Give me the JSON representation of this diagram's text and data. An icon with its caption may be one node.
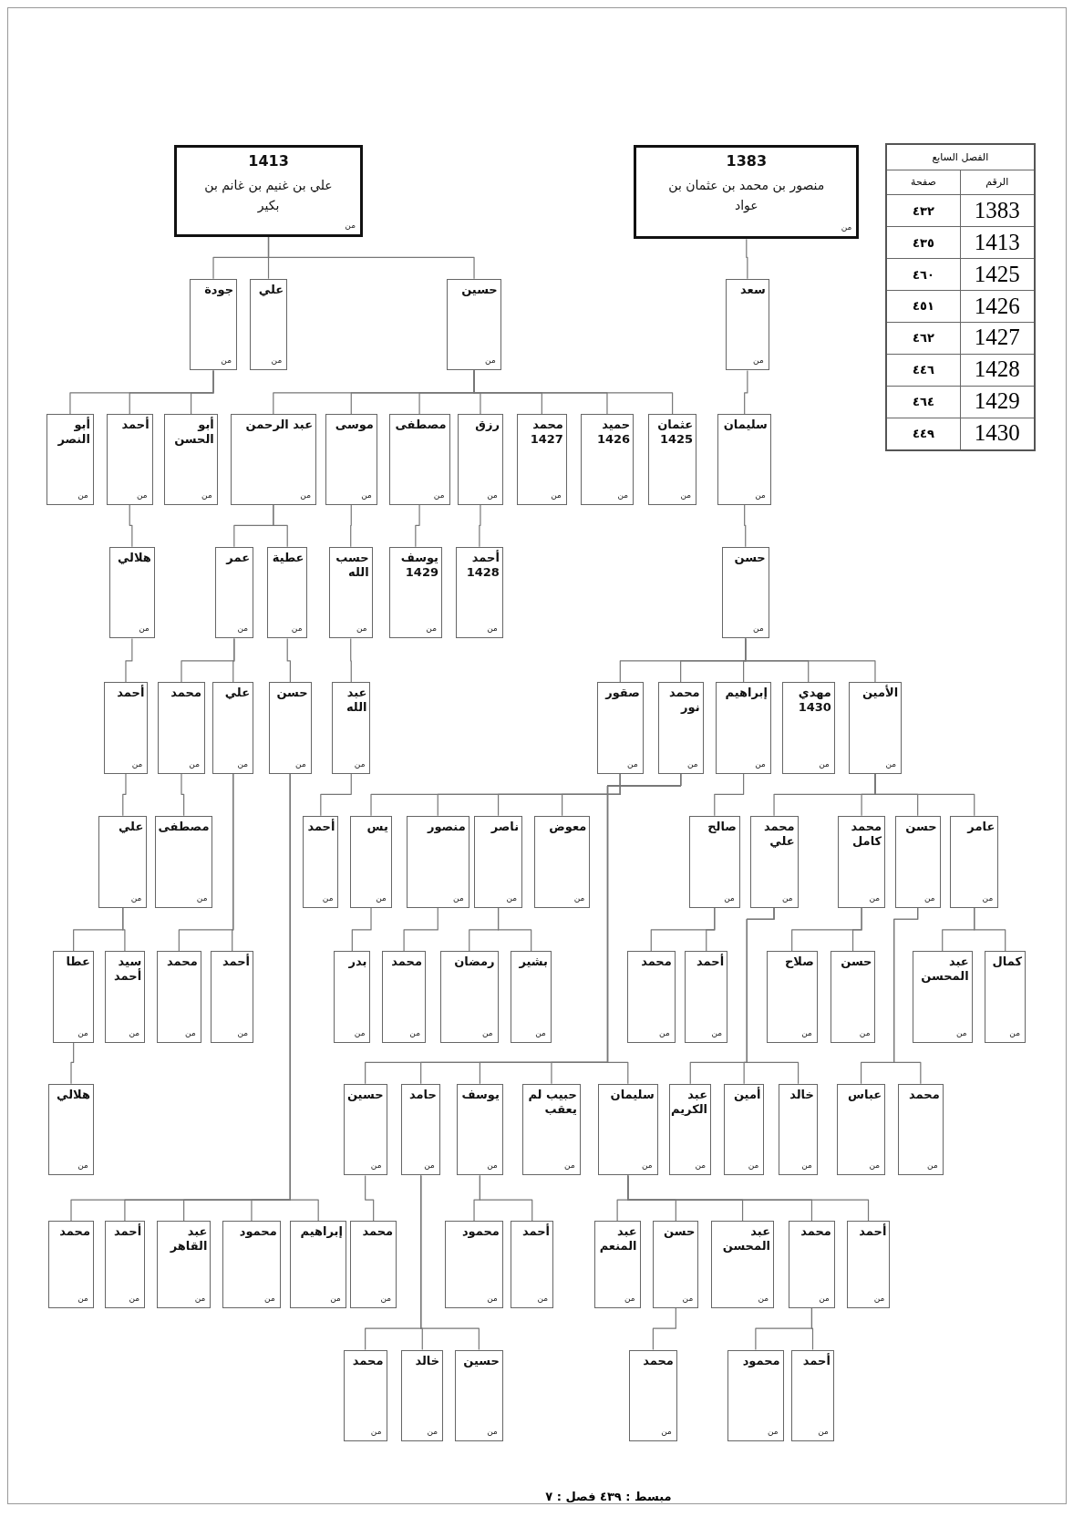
{
  "diagram": {
    "nodes": [
      {
        "text": [
          "1383",
          "منصور بن محمد بن عثمان بن عواد",
          "من"
        ]
      },
      {
        "text": [
          "1413",
          "علي بن غنيم بن غانم بن بكير",
          "من"
        ]
      },
      {
        "text": [
          "سعد",
          "من"
        ]
      },
      {
        "text": [
          "حسين",
          "من"
        ]
      },
      {
        "text": [
          "علي",
          "من"
        ]
      },
      {
        "text": [
          "جودة",
          "من"
        ]
      },
      {
        "text": [
          "سليمان",
          "من"
        ]
      },
      {
        "text": [
          "عثمان 1425",
          "من"
        ]
      },
      {
        "text": [
          "حميد 1426",
          "من"
        ]
      },
      {
        "text": [
          "محمد 1427",
          "من"
        ]
      },
      {
        "text": [
          "رزق",
          "من"
        ]
      },
      {
        "text": [
          "مصطفى",
          "من"
        ]
      },
      {
        "text": [
          "موسى",
          "من"
        ]
      },
      {
        "text": [
          "عبد الرحمن",
          "من"
        ]
      },
      {
        "text": [
          "أبو الحسن",
          "من"
        ]
      },
      {
        "text": [
          "أحمد",
          "من"
        ]
      },
      {
        "text": [
          "أبو النصر",
          "من"
        ]
      },
      {
        "text": [
          "حسن",
          "من"
        ]
      },
      {
        "text": [
          "أحمد 1428",
          "من"
        ]
      },
      {
        "text": [
          "يوسف 1429",
          "من"
        ]
      },
      {
        "text": [
          "حسب الله",
          "من"
        ]
      },
      {
        "text": [
          "عطية",
          "من"
        ]
      },
      {
        "text": [
          "عمر",
          "من"
        ]
      },
      {
        "text": [
          "هلالي",
          "من"
        ]
      },
      {
        "text": [
          "الأمين",
          "من"
        ]
      },
      {
        "text": [
          "مهدي 1430",
          "من"
        ]
      },
      {
        "text": [
          "إبراهيم",
          "من"
        ]
      },
      {
        "text": [
          "محمد نور",
          "من"
        ]
      },
      {
        "text": [
          "صقور",
          "من"
        ]
      },
      {
        "text": [
          "عبد الله",
          "من"
        ]
      },
      {
        "text": [
          "حسن",
          "من"
        ]
      },
      {
        "text": [
          "علي",
          "من"
        ]
      },
      {
        "text": [
          "محمد",
          "من"
        ]
      },
      {
        "text": [
          "أحمد",
          "من"
        ]
      },
      {
        "text": [
          "عامر",
          "من"
        ]
      },
      {
        "text": [
          "حسن",
          "من"
        ]
      },
      {
        "text": [
          "محمد كامل",
          "من"
        ]
      },
      {
        "text": [
          "محمد علي",
          "من"
        ]
      },
      {
        "text": [
          "صالح",
          "من"
        ]
      },
      {
        "text": [
          "معوض",
          "من"
        ]
      },
      {
        "text": [
          "ناصر",
          "من"
        ]
      },
      {
        "text": [
          "منصور",
          "من"
        ]
      },
      {
        "text": [
          "يس",
          "من"
        ]
      },
      {
        "text": [
          "أحمد",
          "من"
        ]
      },
      {
        "text": [
          "مصطفى",
          "من"
        ]
      },
      {
        "text": [
          "علي",
          "من"
        ]
      },
      {
        "text": [
          "كمال",
          "من"
        ]
      },
      {
        "text": [
          "عبد المحسن",
          "من"
        ]
      },
      {
        "text": [
          "حسن",
          "من"
        ]
      },
      {
        "text": [
          "صلاح",
          "من"
        ]
      },
      {
        "text": [
          "أحمد",
          "من"
        ]
      },
      {
        "text": [
          "محمد",
          "من"
        ]
      },
      {
        "text": [
          "بشير",
          "من"
        ]
      },
      {
        "text": [
          "رمضان",
          "من"
        ]
      },
      {
        "text": [
          "محمد",
          "من"
        ]
      },
      {
        "text": [
          "بدر",
          "من"
        ]
      },
      {
        "text": [
          "أحمد",
          "من"
        ]
      },
      {
        "text": [
          "محمد",
          "من"
        ]
      },
      {
        "text": [
          "سيد أحمد",
          "من"
        ]
      },
      {
        "text": [
          "عطا",
          "من"
        ]
      },
      {
        "text": [
          "محمد",
          "من"
        ]
      },
      {
        "text": [
          "عباس",
          "من"
        ]
      },
      {
        "text": [
          "خالد",
          "من"
        ]
      },
      {
        "text": [
          "أمين",
          "من"
        ]
      },
      {
        "text": [
          "عبد الكريم",
          "من"
        ]
      },
      {
        "text": [
          "سليمان",
          "من"
        ]
      },
      {
        "text": [
          "حبيب لم يعقب",
          "من"
        ]
      },
      {
        "text": [
          "يوسف",
          "من"
        ]
      },
      {
        "text": [
          "حامد",
          "من"
        ]
      },
      {
        "text": [
          "حسين",
          "من"
        ]
      },
      {
        "text": [
          "هلالي",
          "من"
        ]
      },
      {
        "text": [
          "أحمد",
          "من"
        ]
      },
      {
        "text": [
          "محمد",
          "من"
        ]
      },
      {
        "text": [
          "عبد المحسن",
          "من"
        ]
      },
      {
        "text": [
          "حسن",
          "من"
        ]
      },
      {
        "text": [
          "عبد المنعم",
          "من"
        ]
      },
      {
        "text": [
          "أحمد",
          "من"
        ]
      },
      {
        "text": [
          "محمود",
          "من"
        ]
      },
      {
        "text": [
          "محمد",
          "من"
        ]
      },
      {
        "text": [
          "إبراهيم",
          "من"
        ]
      },
      {
        "text": [
          "محمود",
          "من"
        ]
      },
      {
        "text": [
          "عبد القاهر",
          "من"
        ]
      },
      {
        "text": [
          "أحمد",
          "من"
        ]
      },
      {
        "text": [
          "محمد",
          "من"
        ]
      },
      {
        "text": [
          "أحمد",
          "من"
        ]
      },
      {
        "text": [
          "محمود",
          "من"
        ]
      },
      {
        "text": [
          "محمد",
          "من"
        ]
      },
      {
        "text": [
          "حسين",
          "من"
        ]
      },
      {
        "text": [
          "خالد",
          "من"
        ]
      },
      {
        "text": [
          "محمد",
          "من"
        ]
      }
    ],
    "edges": [
      {
        "from": 0,
        "to": 2,
        "arrow": "none"
      },
      {
        "from": 1,
        "to": 3,
        "arrow": "none"
      },
      {
        "from": 1,
        "to": 4,
        "arrow": "none"
      },
      {
        "from": 1,
        "to": 5,
        "arrow": "none"
      },
      {
        "from": 2,
        "to": 6,
        "arrow": "none"
      },
      {
        "from": 3,
        "to": 7,
        "arrow": "none"
      },
      {
        "from": 3,
        "to": 8,
        "arrow": "none"
      },
      {
        "from": 3,
        "to": 9,
        "arrow": "none"
      },
      {
        "from": 3,
        "to": 10,
        "arrow": "none"
      },
      {
        "from": 3,
        "to": 11,
        "arrow": "none"
      },
      {
        "from": 3,
        "to": 12,
        "arrow": "none"
      },
      {
        "from": 3,
        "to": 13,
        "arrow": "none"
      },
      {
        "from": 5,
        "to": 14,
        "arrow": "none"
      },
      {
        "from": 5,
        "to": 15,
        "arrow": "none"
      },
      {
        "from": 5,
        "to": 16,
        "arrow": "none"
      },
      {
        "from": 6,
        "to": 17,
        "arrow": "none"
      },
      {
        "from": 10,
        "to": 18,
        "arrow": "none"
      },
      {
        "from": 11,
        "to": 19,
        "arrow": "none"
      },
      {
        "from": 12,
        "to": 20,
        "arrow": "none"
      },
      {
        "from": 13,
        "to": 21,
        "arrow": "none"
      },
      {
        "from": 13,
        "to": 22,
        "arrow": "none"
      },
      {
        "from": 15,
        "to": 23,
        "arrow": "none"
      },
      {
        "from": 17,
        "to": 24,
        "arrow": "none"
      },
      {
        "from": 17,
        "to": 25,
        "arrow": "none"
      },
      {
        "from": 17,
        "to": 26,
        "arrow": "none"
      },
      {
        "from": 17,
        "to": 27,
        "arrow": "none"
      },
      {
        "from": 17,
        "to": 28,
        "arrow": "none"
      },
      {
        "from": 20,
        "to": 29,
        "arrow": "none"
      },
      {
        "from": 21,
        "to": 30,
        "arrow": "none"
      },
      {
        "from": 22,
        "to": 31,
        "arrow": "none"
      },
      {
        "from": 22,
        "to": 32,
        "arrow": "none"
      },
      {
        "from": 23,
        "to": 33,
        "arrow": "none"
      },
      {
        "from": 24,
        "to": 34,
        "arrow": "none"
      },
      {
        "from": 24,
        "to": 35,
        "arrow": "none"
      },
      {
        "from": 24,
        "to": 36,
        "arrow": "none"
      },
      {
        "from": 24,
        "to": 37,
        "arrow": "none"
      },
      {
        "from": 26,
        "to": 38,
        "arrow": "none"
      },
      {
        "from": 28,
        "to": 39,
        "arrow": "none"
      },
      {
        "from": 28,
        "to": 40,
        "arrow": "none"
      },
      {
        "from": 28,
        "to": 41,
        "arrow": "none"
      },
      {
        "from": 28,
        "to": 42,
        "arrow": "none"
      },
      {
        "from": 29,
        "to": 43,
        "arrow": "none"
      },
      {
        "from": 32,
        "to": 44,
        "arrow": "none"
      },
      {
        "from": 33,
        "to": 45,
        "arrow": "none"
      },
      {
        "from": 34,
        "to": 46,
        "arrow": "none"
      },
      {
        "from": 34,
        "to": 47,
        "arrow": "none"
      },
      {
        "from": 36,
        "to": 48,
        "arrow": "none"
      },
      {
        "from": 36,
        "to": 49,
        "arrow": "none"
      },
      {
        "from": 38,
        "to": 50,
        "arrow": "none"
      },
      {
        "from": 38,
        "to": 51,
        "arrow": "none"
      },
      {
        "from": 40,
        "to": 52,
        "arrow": "none"
      },
      {
        "from": 40,
        "to": 53,
        "arrow": "none"
      },
      {
        "from": 41,
        "to": 54,
        "arrow": "none"
      },
      {
        "from": 42,
        "to": 55,
        "arrow": "none"
      },
      {
        "from": 31,
        "to": 56,
        "arrow": "none"
      },
      {
        "from": 31,
        "to": 57,
        "arrow": "none"
      },
      {
        "from": 45,
        "to": 58,
        "arrow": "none"
      },
      {
        "from": 45,
        "to": 59,
        "arrow": "none"
      },
      {
        "from": 35,
        "to": 60,
        "arrow": "none"
      },
      {
        "from": 35,
        "to": 61,
        "arrow": "none"
      },
      {
        "from": 37,
        "to": 62,
        "arrow": "none"
      },
      {
        "from": 37,
        "to": 63,
        "arrow": "none"
      },
      {
        "from": 37,
        "to": 64,
        "arrow": "none"
      },
      {
        "from": 27,
        "to": 65,
        "arrow": "none"
      },
      {
        "from": 27,
        "to": 66,
        "arrow": "none"
      },
      {
        "from": 27,
        "to": 67,
        "arrow": "none"
      },
      {
        "from": 27,
        "to": 68,
        "arrow": "none"
      },
      {
        "from": 27,
        "to": 69,
        "arrow": "none"
      },
      {
        "from": 59,
        "to": 70,
        "arrow": "none"
      },
      {
        "from": 65,
        "to": 71,
        "arrow": "none"
      },
      {
        "from": 65,
        "to": 72,
        "arrow": "none"
      },
      {
        "from": 65,
        "to": 73,
        "arrow": "none"
      },
      {
        "from": 65,
        "to": 74,
        "arrow": "none"
      },
      {
        "from": 65,
        "to": 75,
        "arrow": "none"
      },
      {
        "from": 67,
        "to": 76,
        "arrow": "none"
      },
      {
        "from": 67,
        "to": 77,
        "arrow": "none"
      },
      {
        "from": 69,
        "to": 78,
        "arrow": "none"
      },
      {
        "from": 30,
        "to": 79,
        "arrow": "none"
      },
      {
        "from": 30,
        "to": 80,
        "arrow": "none"
      },
      {
        "from": 30,
        "to": 81,
        "arrow": "none"
      },
      {
        "from": 30,
        "to": 82,
        "arrow": "none"
      },
      {
        "from": 30,
        "to": 83,
        "arrow": "none"
      },
      {
        "from": 72,
        "to": 84,
        "arrow": "none"
      },
      {
        "from": 72,
        "to": 85,
        "arrow": "none"
      },
      {
        "from": 74,
        "to": 86,
        "arrow": "none"
      },
      {
        "from": 68,
        "to": 87,
        "arrow": "none"
      },
      {
        "from": 68,
        "to": 88,
        "arrow": "none"
      },
      {
        "from": 68,
        "to": 89,
        "arrow": "none"
      }
    ],
    "labels": [
      "الفصل السابع",
      "الرقم",
      "صفحة",
      "1383",
      "٤٣٢",
      "1413",
      "٤٣٥",
      "1425",
      "٤٦٠",
      "1426",
      "٤٥١",
      "1427",
      "٤٦٢",
      "1428",
      "٤٤٦",
      "1429",
      "٤٦٤",
      "1430",
      "٤٤٩",
      "مبسط : ٤٣٩ فصل : ٧"
    ]
  }
}
